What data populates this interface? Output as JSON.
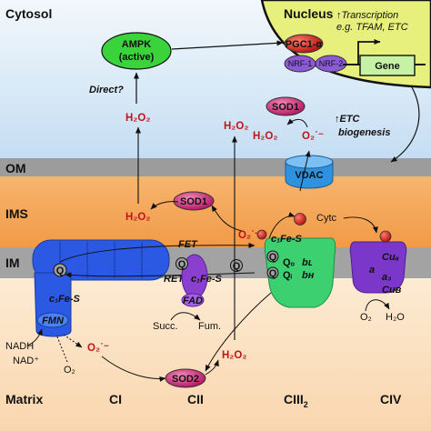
{
  "regions": {
    "cytosol": "Cytosol",
    "nucleus": "Nucleus",
    "om": "OM",
    "ims": "IMS",
    "im": "IM",
    "matrix": "Matrix"
  },
  "complexes": {
    "ci": "CI",
    "cii": "CII",
    "ciii_base": "CIII",
    "ciii_sub": "2",
    "civ": "CIV"
  },
  "nucleus": {
    "transcription_line1": "↑Transcription",
    "transcription_line2": "e.g. TFAM, ETC",
    "pgc1": "PGC1-α",
    "nrf1": "NRF-1",
    "nrf2": "NRF-2",
    "gene": "Gene"
  },
  "ampk": {
    "line1": "AMPK",
    "line2": "(active)"
  },
  "direct": "Direct?",
  "etc_biogenesis": {
    "line1": "↑ETC",
    "line2": "biogenesis"
  },
  "proteins": {
    "sod1": "SOD1",
    "sod2": "SOD2",
    "vdac": "VDAC",
    "cytc": "Cytc",
    "fmn": "FMN",
    "fad": "FAD",
    "q": "Q",
    "fes": "c₁Fe-S",
    "qo": "Qₒ",
    "qi": "Qᵢ",
    "bl": "bʟ",
    "bh": "bʜ",
    "cua": "Cuₐ",
    "a": "a",
    "a3": "a₃",
    "cub": "Cuʙ"
  },
  "ros": {
    "h2o2": "H₂O₂",
    "o2_superoxide": "O₂˙⁻"
  },
  "labels": {
    "fet": "FET",
    "ret": "RET",
    "nadh": "NADH",
    "nad": "NAD⁺",
    "o2": "O₂",
    "h2o": "H₂O",
    "succ": "Succ.",
    "fum": "Fum."
  },
  "colors": {
    "cytosol": "#dcebf7",
    "membrane": "#9c9c9c",
    "ims": "#f3a45a",
    "matrix": "#fbe1c4",
    "nucleus": "#e7f07c",
    "ci": "#2b59e3",
    "cii": "#8b3fcf",
    "ciii": "#3cd070",
    "civ": "#7b37c9",
    "ampk": "#39d039",
    "vdac": "#2f92e0",
    "ros": "#c0141b",
    "sod": "#c1186e"
  }
}
